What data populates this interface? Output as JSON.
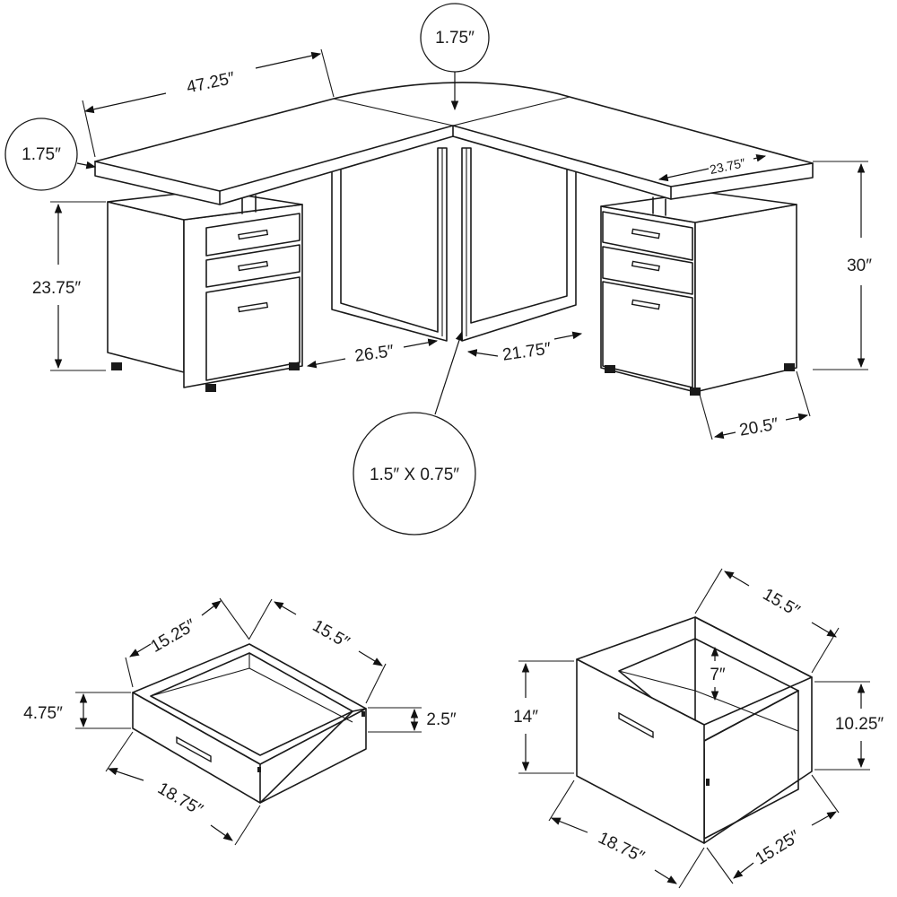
{
  "dimensions": {
    "desk_width_left": "47.25″",
    "desk_top_thickness_left": "1.75″",
    "desk_top_thickness_corner": "1.75″",
    "cabinet_height": "23.75″",
    "return_depth": "23.75″",
    "desk_height": "30″",
    "inner_span_left": "26.5″",
    "inner_span_right": "21.75″",
    "leg_profile": "1.5″ X 0.75″",
    "cabinet_depth": "20.5″"
  },
  "small_drawer": {
    "width": "15.25″",
    "depth": "15.5″",
    "front_height": "4.75″",
    "side_height": "2.5″",
    "front_width": "18.75″"
  },
  "file_drawer": {
    "depth": "15.5″",
    "inner_height": "7″",
    "front_height": "14″",
    "side_height": "10.25″",
    "front_width": "18.75″",
    "width": "15.25″"
  },
  "colors": {
    "line": "#1a1a1a",
    "background": "#ffffff"
  },
  "icons": [
    "arrow-icon"
  ]
}
